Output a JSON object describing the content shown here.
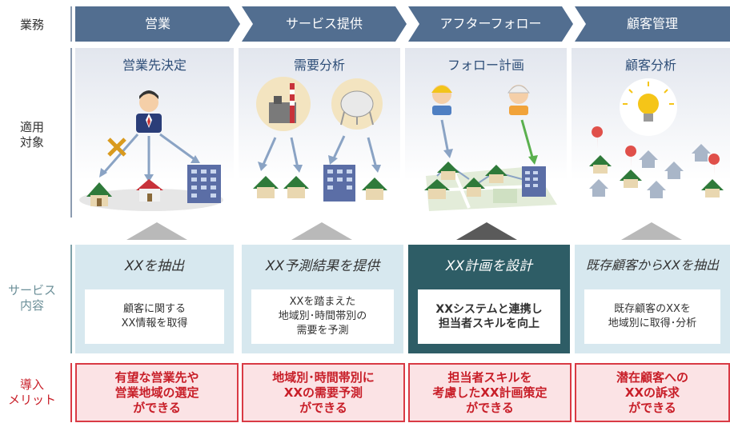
{
  "rows": {
    "business": "業務",
    "target": [
      "適用",
      "対象"
    ],
    "service": [
      "サービス",
      "内容"
    ],
    "merit": [
      "導入",
      "メリット"
    ]
  },
  "columns": [
    {
      "stage": "営業",
      "panel_title": "営業先決定",
      "service_head": "XXを抽出",
      "service_body": [
        "顧客に関する",
        "XX情報を取得"
      ],
      "merit": [
        "有望な営業先や",
        "営業地域の選定",
        "ができる"
      ],
      "highlight": false
    },
    {
      "stage": "サービス提供",
      "panel_title": "需要分析",
      "service_head": "XX予測結果を提供",
      "service_body": [
        "XXを踏まえた",
        "地域別･時間帯別の",
        "需要を予測"
      ],
      "merit": [
        "地域別･時間帯別に",
        "XXの需要予測",
        "ができる"
      ],
      "highlight": false
    },
    {
      "stage": "アフターフォロー",
      "panel_title": "フォロー計画",
      "service_head": "XX計画を設計",
      "service_body": [
        "XXシステムと連携し",
        "担当者スキルを向上"
      ],
      "merit": [
        "担当者スキルを",
        "考慮したXX計画策定",
        "ができる"
      ],
      "highlight": true
    },
    {
      "stage": "顧客管理",
      "panel_title": "顧客分析",
      "service_head": "既存顧客からXXを抽出",
      "service_body": [
        "既存顧客のXXを",
        "地域別に取得･分析"
      ],
      "merit": [
        "潜在顧客への",
        "XXの訴求",
        "ができる"
      ],
      "highlight": false
    }
  ],
  "colors": {
    "chevron": "#526e90",
    "panel_title": "#2e4e78",
    "service_bg": "#d7e8ef",
    "service_highlight": "#2e5d66",
    "merit_border": "#d93a44",
    "merit_bg": "#fbe3e5",
    "merit_text": "#c81e28",
    "service_label": "#6b8f98",
    "merit_label": "#c81e28"
  },
  "icons": [
    "businessman-icon",
    "cross-mark-icon",
    "house-icon",
    "building-icon",
    "factory-icon",
    "gas-tank-icon",
    "worker-icon",
    "map-icon",
    "lightbulb-icon",
    "location-pin-icon"
  ]
}
